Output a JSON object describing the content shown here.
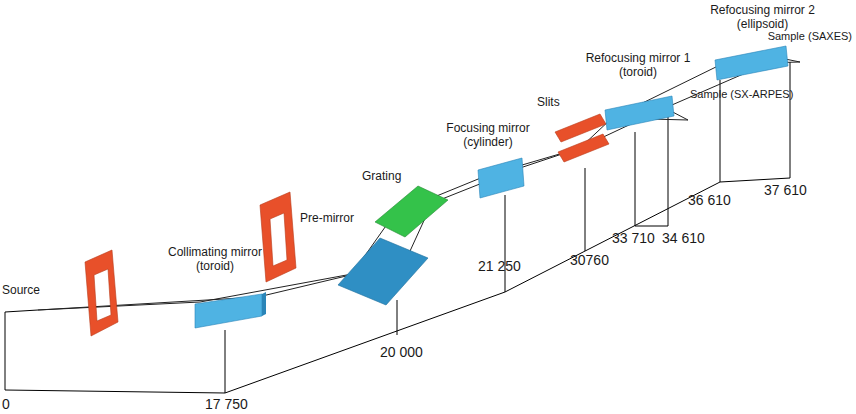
{
  "diagram": {
    "labels": [
      "Source",
      "Collimating mirror (toroid)",
      "Pre-mirror",
      "Grating",
      "Focusing mirror (cylinder)",
      "Slits",
      "Refocusing mirror 1 (toroid)",
      "Refocusing mirror 2 (ellipsoid)",
      "Sample (SAXES)",
      "Sample (SX-ARPES)",
      "0",
      "17 750",
      "20 000",
      "21 250",
      "30760",
      "33 710",
      "34 610",
      "36 610",
      "37 610"
    ]
  }
}
